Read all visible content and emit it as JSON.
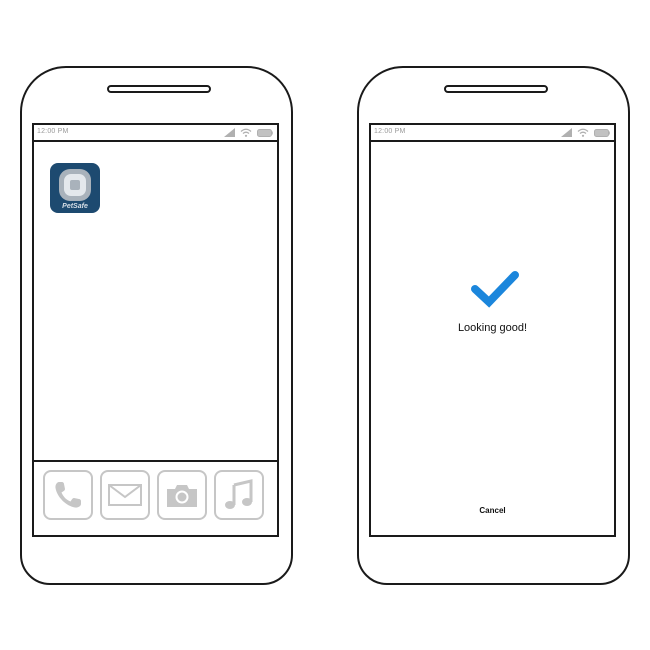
{
  "left_phone": {
    "status_time": "12:00 PM",
    "app": {
      "label": "PetSafe",
      "color": "#1d4a70"
    },
    "dock": [
      {
        "icon": "phone-icon"
      },
      {
        "icon": "mail-icon"
      },
      {
        "icon": "camera-icon"
      },
      {
        "icon": "music-icon"
      }
    ]
  },
  "right_phone": {
    "status_time": "12:00 PM",
    "check_color": "#1b86dc",
    "message": "Looking good!",
    "cancel_label": "Cancel"
  },
  "colors": {
    "outline": "#1a1a1a",
    "dock_icon": "#c6c6c6",
    "status_gray": "#9a9a9a"
  }
}
